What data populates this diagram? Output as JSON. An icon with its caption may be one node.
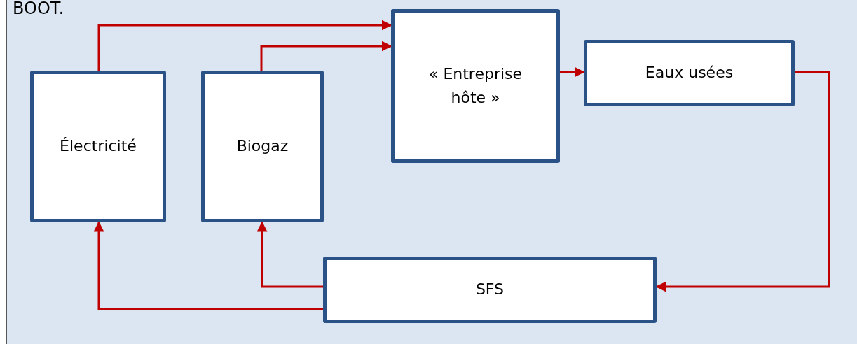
{
  "diagram": {
    "nodes": [
      {
        "text": [
          "Électricité"
        ]
      },
      {
        "text": [
          "Biogaz"
        ]
      },
      {
        "text": [
          "« Entreprise hôte »"
        ]
      },
      {
        "text": [
          "Eaux usées"
        ]
      },
      {
        "text": [
          "SFS"
        ]
      }
    ],
    "edges": [
      {
        "from": 0,
        "to": 2,
        "arrow": "to"
      },
      {
        "from": 1,
        "to": 2,
        "arrow": "to"
      },
      {
        "from": 2,
        "to": 3,
        "arrow": "to"
      },
      {
        "from": 3,
        "to": 4,
        "arrow": "to"
      },
      {
        "from": 4,
        "to": 1,
        "arrow": "to"
      },
      {
        "from": 4,
        "to": 0,
        "arrow": "to"
      }
    ],
    "labels": [
      "BOOT."
    ]
  }
}
